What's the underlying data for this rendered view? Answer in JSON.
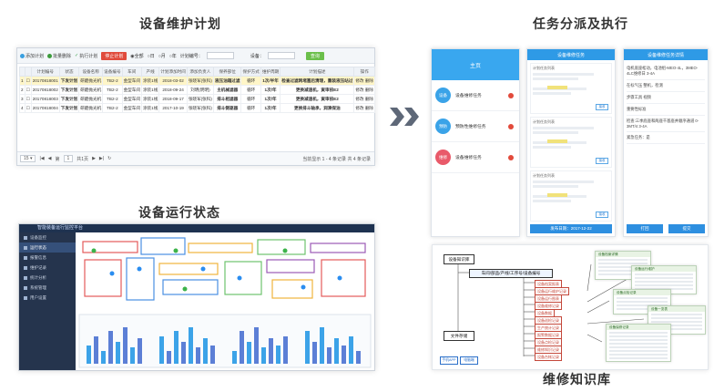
{
  "titles": {
    "plan": "设备维护计划",
    "dispatch": "任务分派及执行",
    "status": "设备运行状态",
    "knowledge": "维修知识库"
  },
  "plan_grid": {
    "toolbar": {
      "add": "添加计划",
      "delete": "批量删除",
      "execute": "执行计划",
      "stop": "停止计划",
      "filters": [
        "全部",
        "日",
        "月",
        "年"
      ],
      "plan_no_label": "计划编号：",
      "device_label": "设备：",
      "query": "查询"
    },
    "columns": [
      "",
      "",
      "计划编号",
      "状态",
      "设备名称",
      "设备编号",
      "车间",
      "产线",
      "计划添加时间",
      "添加负责人",
      "保养部位",
      "保护方式",
      "维护周期",
      "计划描述",
      "操作"
    ],
    "rows": [
      {
        "idx": "1",
        "no": "20170818001",
        "state": "下发计划",
        "device": "研磨抛光机",
        "code": "TB2-2",
        "shop": "金型车间",
        "line": "涂装1线",
        "time": "2018-03-02",
        "owner": "张晓军(张科)",
        "part": "液压油箱过滤",
        "mode": "循环",
        "cycle": "1次/半年",
        "desc": "检查过滤网堵塞后清理，重装液压站过",
        "ops": "修改  删除"
      },
      {
        "idx": "2",
        "no": "20170818002",
        "state": "下发计划",
        "device": "研磨抛光机",
        "code": "TB2-2",
        "shop": "金型车间",
        "line": "涂装1线",
        "time": "2018-09-24",
        "owner": "刘明(明明)",
        "part": "主机械滤器",
        "mode": "循环",
        "cycle": "1次/年",
        "desc": "更换减速机，寅审核E2",
        "ops": "修改  删除"
      },
      {
        "idx": "3",
        "no": "20170818003",
        "state": "下发计划",
        "device": "研磨抛光机",
        "code": "TB2-2",
        "shop": "金型车间",
        "line": "涂装1线",
        "time": "2018-09-17",
        "owner": "张晓军(张科)",
        "part": "排斗相滤器",
        "mode": "循环",
        "cycle": "1次/年",
        "desc": "更换减速机，寅审核E2",
        "ops": "修改  删除"
      },
      {
        "idx": "4",
        "no": "20170818004",
        "state": "下发计划",
        "device": "研磨抛光机",
        "code": "TB2-2",
        "shop": "金型车间",
        "line": "涂装1线",
        "time": "2017-10-19",
        "owner": "张晓军(张科)",
        "part": "排斗侧驱器",
        "mode": "循环",
        "cycle": "1次/年",
        "desc": "更换排斗轴承，润滑保油",
        "ops": "修改  删除"
      }
    ],
    "pager": {
      "page_size": "15",
      "page_prefix": "第",
      "page_no": "1",
      "page_suffix": "共1页",
      "summary": "当前显示 1 - 4 条记录 共 4 条记录"
    }
  },
  "status_screen": {
    "header": "智能装备运行监控平台",
    "sidebar": [
      "设备监控",
      "运行状态",
      "报警信息",
      "维护记录",
      "统计分析",
      "系统管理",
      "用户设置"
    ]
  },
  "dispatch_phones": {
    "home": {
      "title": "主页",
      "items": [
        {
          "badge": "设备",
          "label": "设备维修任务",
          "color": "#3aa3e8"
        },
        {
          "badge": "预防",
          "label": "预防性维修任务",
          "color": "#3aa3e8"
        },
        {
          "badge": "维修",
          "label": "设备维修任务",
          "color": "#e95a6a"
        }
      ]
    },
    "list": {
      "title": "设备维修任务",
      "card_title": "计划任务列表",
      "card_button": "接收",
      "footer": "发布日期：2017-12-22"
    },
    "detail": {
      "title": "设备维修任务详情",
      "lines": [
        "电机底座松动，电池组-MEO-4L，3MEO-4LC维修日 3-4A",
        "在标气压 整机，检测",
        "步骤工具 视频",
        "重要性标准",
        "检查:三季底座和两座干基座并顺序通道 0-3MT/4  3-4A",
        "紧急任务：是"
      ],
      "buttons": [
        "打回",
        "提交"
      ]
    }
  },
  "knowledge": {
    "root": "设备知识库",
    "top_bar": "车间/部品/产线/工序号/设备编号",
    "branches": [
      "设备档案报表",
      "设备运行维护记录",
      "设备运行图表",
      "设备维修记录",
      "设备数据",
      "设备巡检记录",
      "生产统计记录",
      "报警数据记录",
      "设备点检记录",
      "维修知识记录",
      "设备台帐记录"
    ],
    "docs": "文件存储",
    "app_label": "手机APP",
    "pc_label": "电脑端",
    "thumbs": [
      "设备档案详情",
      "设备运行维护",
      "设备点检记录",
      "设备一览表",
      "设备保修记录"
    ]
  },
  "colors": {
    "accent_blue": "#2e9ae6",
    "alert_red": "#e24a3b",
    "highlight": "#fff6c8"
  }
}
